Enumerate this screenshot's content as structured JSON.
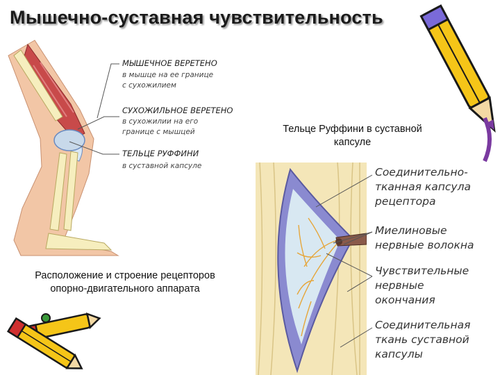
{
  "title": "Мышечно-суставная чувствительность",
  "leg_labels": {
    "muscle_spindle": {
      "head": "МЫШЕЧНОЕ ВЕРЕТЕНО",
      "sub1": "в мышце на ее границе",
      "sub2": "с сухожилием"
    },
    "tendon_spindle": {
      "head": "СУХОЖИЛЬНОЕ ВЕРЕТЕНО",
      "sub1": "в сухожилии на его",
      "sub2": "границе с мышцей"
    },
    "ruffini": {
      "head": "ТЕЛЬЦЕ РУФФИНИ",
      "sub1": "в суставной капсуле"
    }
  },
  "right_caption": {
    "line1": "Тельце Руффини в суставной",
    "line2": "капсуле"
  },
  "left_caption": {
    "line1": "Расположение и строение рецепторов",
    "line2": "опорно-двигательного аппарата"
  },
  "ruffini_labels": {
    "capsule": [
      "Соединительно-",
      "тканная капсула",
      "рецептора"
    ],
    "myelin": [
      "Миелиновые",
      "нервные волокна"
    ],
    "sensory": [
      "Чувствительные",
      "нервные",
      "окончания"
    ],
    "joint_tissue": [
      "Соединительная",
      "ткань суставной",
      "капсулы"
    ]
  }
}
